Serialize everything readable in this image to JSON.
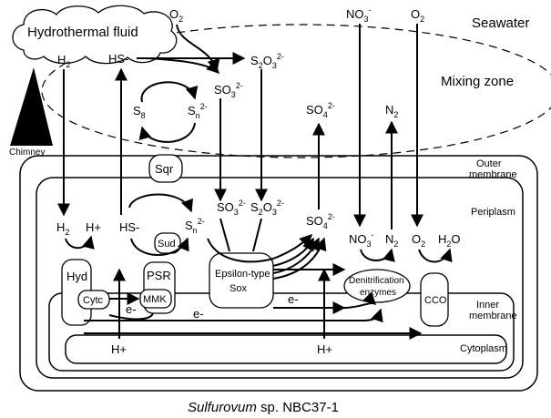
{
  "labels": {
    "hydrothermal_fluid": "Hydrothermal fluid",
    "seawater": "Seawater",
    "mixing_zone": "Mixing zone",
    "chimney": "Chimney",
    "outer_membrane_1": "Outer",
    "outer_membrane_2": "membrane",
    "periplasm": "Periplasm",
    "inner_membrane_1": "Inner",
    "inner_membrane_2": "membrane",
    "cytoplasm": "Cytoplasm"
  },
  "top": {
    "o2_left": "O",
    "o2_left_sub": "2",
    "no3_base": "NO",
    "no3_sub": "3",
    "no3_sup": "-",
    "o2_right": "O",
    "o2_right_sub": "2",
    "h2_base": "H",
    "h2_sub": "2",
    "hs_label": "HS-",
    "s2o3_s": "S",
    "s2o3_s_sub": "2",
    "s2o3_o": "O",
    "s2o3_o_sub": "3",
    "s2o3_sup": "2-",
    "so3_base": "SO",
    "so3_sub": "3",
    "so3_sup": "2-",
    "s8_base": "S",
    "s8_sub": "8",
    "sn_base": "S",
    "sn_sub": "n",
    "sn_sup": "2-",
    "so4_base": "SO",
    "so4_sub": "4",
    "so4_sup": "2-",
    "n2_base": "N",
    "n2_sub": "2"
  },
  "periplasm_species": {
    "h2_base": "H",
    "h2_sub": "2",
    "hplus": "H+",
    "hs": "HS-",
    "sn_base": "S",
    "sn_sub": "n",
    "sn_sup": "2-",
    "so3_base": "SO",
    "so3_sub": "3",
    "so3_sup": "2-",
    "s2o3_s": "S",
    "s2o3_s_sub": "2",
    "s2o3_o": "O",
    "s2o3_o_sub": "3",
    "s2o3_sup": "2-",
    "so4_base": "SO",
    "so4_sub": "4",
    "so4_sup": "2-",
    "no3_base": "NO",
    "no3_sub": "3",
    "no3_sup": "-",
    "n2_base": "N",
    "n2_sub": "2",
    "o2_base": "O",
    "o2_sub": "2",
    "h2o_h": "H",
    "h2o_sub": "2",
    "h2o_o": "O"
  },
  "proteins": {
    "sqr": "Sqr",
    "sud": "Sud",
    "psr": "PSR",
    "mmk": "MMK",
    "hyd": "Hyd",
    "cytc": "Cytc",
    "sox_1": "Epsilon-type",
    "sox_2": "Sox",
    "denit_1": "Denitrification",
    "denit_2": "enzymes",
    "cco": "CCO"
  },
  "electrons": {
    "e1": "e-",
    "e2": "e-",
    "e3": "e-"
  },
  "cytoplasm_protons": {
    "h_left": "H+",
    "h_right": "H+"
  },
  "caption": {
    "italic": "Sulfurovum",
    "rest": " sp. NBC37-1"
  }
}
